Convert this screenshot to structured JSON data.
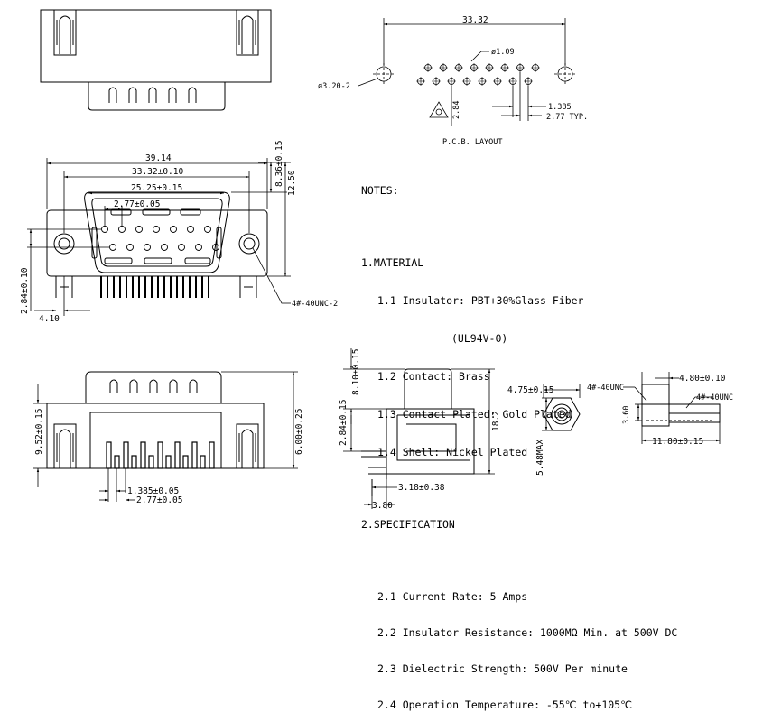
{
  "pcb": {
    "title": "P.C.B. LAYOUT",
    "dim_span": "33.32",
    "dim_pin_dia": "ø1.09",
    "dim_hole": "ø3.20-2",
    "dim_row_offset": "2.84",
    "dim_pitch_half": "1.385",
    "dim_pitch": "2.77 TYP."
  },
  "front": {
    "dim_overall": "39.14",
    "dim_mount": "33.32±0.10",
    "dim_row1": "25.25±0.15",
    "dim_pitch": "2.77±0.05",
    "dim_height1": "8.36±0.15",
    "dim_height2": "12.50",
    "dim_left": "2.84±0.10",
    "dim_offset": "4.10",
    "callout": "4#-40UNC-2"
  },
  "bottom": {
    "dim_height": "9.52±0.15",
    "dim_total": "6.00±0.25",
    "dim_half": "1.385±0.05",
    "dim_pitch": "2.77±0.05"
  },
  "side": {
    "dim_top": "8.10±0.15",
    "dim_mid": "2.84±0.15",
    "dim_total": "18.2",
    "dim_pin": "3.18±0.38",
    "dim_base": "3.80"
  },
  "screw": {
    "dim_dia": "4.75±0.15",
    "dim_max": "5.48MAX",
    "label_thread": "4#-40UNC",
    "dim_head": "3.60",
    "dim_width": "4.80±0.10",
    "label_thread2": "4#-40UNC",
    "dim_len": "11.80±0.15"
  },
  "notes": {
    "heading": "NOTES:",
    "section1": "1.MATERIAL",
    "m1": "1.1 Insulator: PBT+30%Glass Fiber",
    "m1b": "(UL94V-0)",
    "m2": "1.2 Contact: Brass",
    "m3": "1.3 Contact Plated: Gold Plated",
    "m4": "1.4 Shell: Nickel Plated",
    "section2": "2.SPECIFICATION",
    "s1": "2.1 Current Rate: 5 Amps",
    "s2": "2.2 Insulator Resistance: 1000MΩ Min. at 500V DC",
    "s3": "2.3 Dielectric Strength: 500V Per minute",
    "s4": "2.4 Operation Temperature: -55℃ to+105℃"
  }
}
